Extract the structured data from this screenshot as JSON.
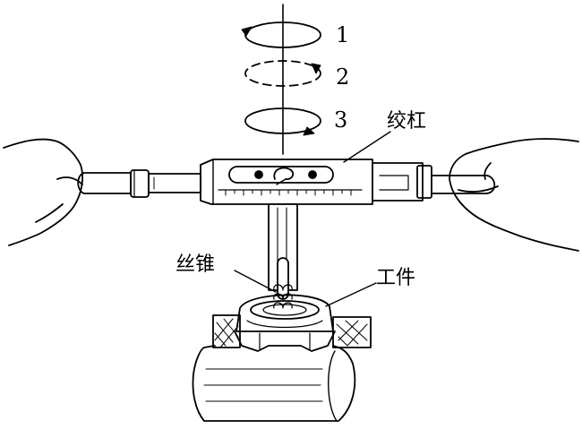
{
  "labels": {
    "step_1": "1",
    "step_2": "2",
    "step_3": "3",
    "wrench": "绞杠",
    "tap": "丝锥",
    "workpiece": "工件"
  },
  "colors": {
    "ink": "#000000",
    "paper": "#ffffff"
  }
}
